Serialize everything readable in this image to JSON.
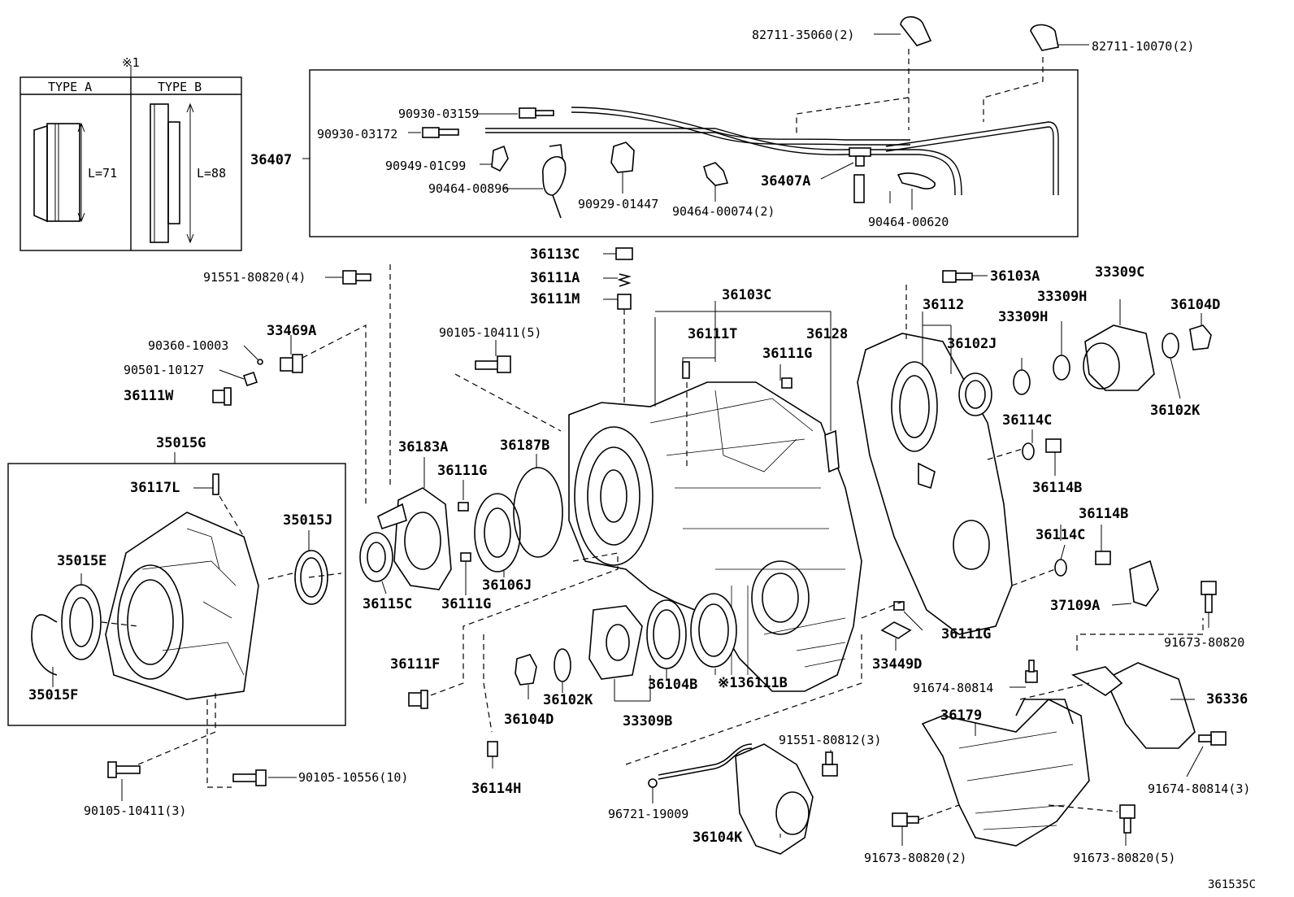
{
  "diagram_id": "361535C",
  "note_marker": "※1",
  "type_box": {
    "type_a": {
      "title": "TYPE A",
      "length": "L=71"
    },
    "type_b": {
      "title": "TYPE B",
      "length": "L=88"
    }
  },
  "labels": {
    "p82711_35060": "82711-35060(2)",
    "p82711_10070": "82711-10070(2)",
    "p36407": "36407",
    "p90930_03159": "90930-03159",
    "p90930_03172": "90930-03172",
    "p90949_01C99": "90949-01C99",
    "p90464_00896": "90464-00896",
    "p90929_01447": "90929-01447",
    "p90464_00074": "90464-00074(2)",
    "p36407A": "36407A",
    "p90464_00620": "90464-00620",
    "p91551_80820": "91551-80820(4)",
    "p36113C": "36113C",
    "p36111A": "36111A",
    "p36111M": "36111M",
    "p36103C": "36103C",
    "p36103A": "36103A",
    "p33309C": "33309C",
    "p36104D_r": "36104D",
    "p33309H_1": "33309H",
    "p33309H_2": "33309H",
    "p36112": "36112",
    "p36102J": "36102J",
    "p36102K_r": "36102K",
    "p90360_10003": "90360-10003",
    "p33469A": "33469A",
    "p90501_10127": "90501-10127",
    "p36111W": "36111W",
    "p90105_10411_5": "90105-10411(5)",
    "p36111T": "36111T",
    "p36128": "36128",
    "p36111G_1": "36111G",
    "p36114C_1": "36114C",
    "p36114B_1": "36114B",
    "p36114B_2": "36114B",
    "p36114C_2": "36114C",
    "p35015G": "35015G",
    "p36183A": "36183A",
    "p36187B": "36187B",
    "p36111G_2": "36111G",
    "p36117L": "36117L",
    "p35015J": "35015J",
    "p35015E": "35015E",
    "p36115C": "36115C",
    "p36111G_3": "36111G",
    "p36106J": "36106J",
    "p37109A": "37109A",
    "p91673_80820_r": "91673-80820",
    "p36111G_4": "36111G",
    "p36111F": "36111F",
    "p33449D": "33449D",
    "p36102K_b": "36102K",
    "p36104B": "36104B",
    "p36111B": "※136111B",
    "p91674_80814_a": "91674-80814",
    "p36336": "36336",
    "p35015F": "35015F",
    "p36104D_b": "36104D",
    "p33309B": "33309B",
    "p36179": "36179",
    "p91551_80812": "91551-80812(3)",
    "p91674_80814_3": "91674-80814(3)",
    "p90105_10556": "90105-10556(10)",
    "p36114H": "36114H",
    "p96721_19009": "96721-19009",
    "p90105_10411_3": "90105-10411(3)",
    "p36104K": "36104K",
    "p91673_80820_2": "91673-80820(2)",
    "p91673_80820_5": "91673-80820(5)"
  }
}
